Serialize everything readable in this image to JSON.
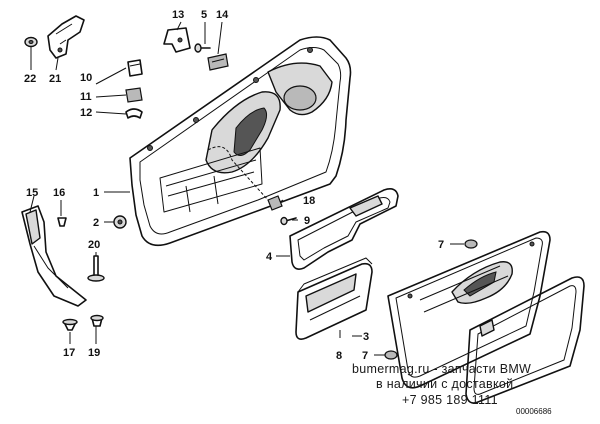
{
  "labels": {
    "l1": "1",
    "l2": "2",
    "l3": "3",
    "l4": "4",
    "l5": "5",
    "l7a": "7",
    "l7b": "7",
    "l8": "8",
    "l9": "9",
    "l10": "10",
    "l11": "11",
    "l12": "12",
    "l13": "13",
    "l14": "14",
    "l15": "15",
    "l16": "16",
    "l17": "17",
    "l18": "18",
    "l19": "19",
    "l20": "20",
    "l21": "21",
    "l22": "22"
  },
  "watermark": {
    "line1": "bumermag.ru - запчасти BMW",
    "line2": "в наличии с доставкой",
    "line3": "+7 985 189 1111"
  },
  "diagram_code": "00006686"
}
